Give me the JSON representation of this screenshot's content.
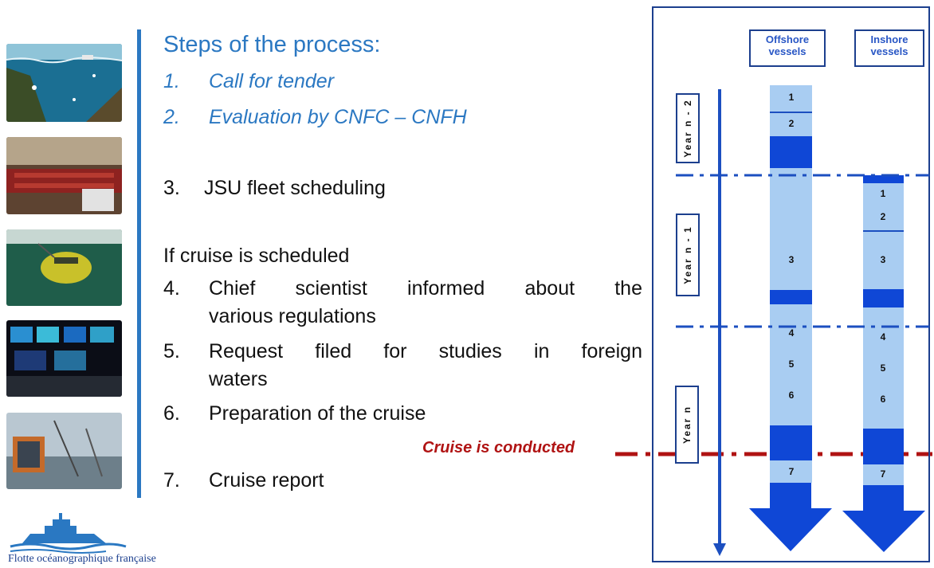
{
  "heading": "Steps of the process:",
  "steps": [
    {
      "num": "1.",
      "text": "Call for tender"
    },
    {
      "num": "2.",
      "text": "Evaluation by CNFC – CNFH"
    },
    {
      "num": "3.",
      "text": "JSU fleet scheduling"
    },
    {
      "num": "4.",
      "text_line1": "Chief scientist informed about the",
      "text_line2": "various regulations"
    },
    {
      "num": "5.",
      "text_line1": "Request filed for studies in foreign",
      "text_line2": "waters"
    },
    {
      "num": "6.",
      "text": "Preparation of the cruise"
    },
    {
      "num": "7.",
      "text": "Cruise report"
    }
  ],
  "if_scheduled": "If cruise is scheduled",
  "cruise_label": "Cruise is conducted",
  "logo_text": "Flotte océanographique française",
  "diagram": {
    "offshore_label": "Offshore vessels",
    "inshore_label": "Inshore vessels",
    "year_labels": [
      "Year n - 2",
      "Year n - 1",
      "Year n"
    ],
    "offshore_numbers": [
      "1",
      "2",
      "3",
      "4",
      "5",
      "6",
      "7"
    ],
    "inshore_numbers": [
      "1",
      "2",
      "3",
      "4",
      "5",
      "6",
      "7"
    ]
  },
  "colors": {
    "accent_blue": "#2b78c2",
    "dark_navy": "#1c3f8e",
    "bar_light": "#a9cdf2",
    "bar_dark": "#0f47d6",
    "cruise_red": "#b01313"
  }
}
